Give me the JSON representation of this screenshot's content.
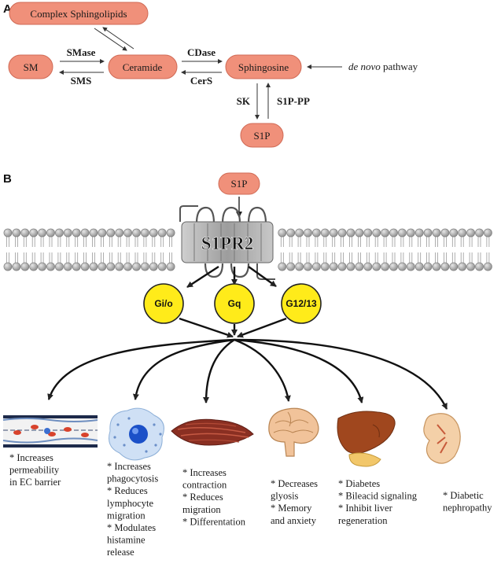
{
  "panels": {
    "a": "A",
    "b": "B"
  },
  "pathway": {
    "complex": "Complex Sphingolipids",
    "sm": "SM",
    "ceramide": "Ceramide",
    "sphingosine": "Sphingosine",
    "s1p": "S1P",
    "smase": "SMase",
    "sms": "SMS",
    "cdase": "CDase",
    "cers": "CerS",
    "sk": "SK",
    "s1p_pp": "S1P-PP",
    "de_novo_italic": "de novo",
    "de_novo_rest": " pathway"
  },
  "receptor": {
    "ligand": "S1P",
    "name": "S1PR2",
    "g_proteins": [
      "Gi/o",
      "Gq",
      "G12/13"
    ]
  },
  "effects": [
    {
      "id": "ec-barrier",
      "lines": [
        "* Increases",
        "permeability",
        "in EC barrier"
      ]
    },
    {
      "id": "immune-cell",
      "lines": [
        "* Increases",
        "phagocytosis",
        "* Reduces",
        "lymphocyte",
        "migration",
        "* Modulates",
        "histamine",
        "release"
      ]
    },
    {
      "id": "muscle",
      "lines": [
        "* Increases",
        "contraction",
        "* Reduces",
        "migration",
        "* Differentation"
      ]
    },
    {
      "id": "brain",
      "lines": [
        "* Decreases",
        "glyosis",
        "* Memory",
        "and anxiety"
      ]
    },
    {
      "id": "liver",
      "lines": [
        "* Diabetes",
        "* Bileacid signaling",
        "* Inhibit liver",
        "regeneration"
      ]
    },
    {
      "id": "kidney",
      "lines": [
        "* Diabetic",
        "nephropathy"
      ]
    }
  ],
  "colors": {
    "node_fill": "#f0907a",
    "g_protein": "#ffeb1a",
    "membrane_head": "#b4b4b4",
    "receptor": "#a8a8a8"
  }
}
